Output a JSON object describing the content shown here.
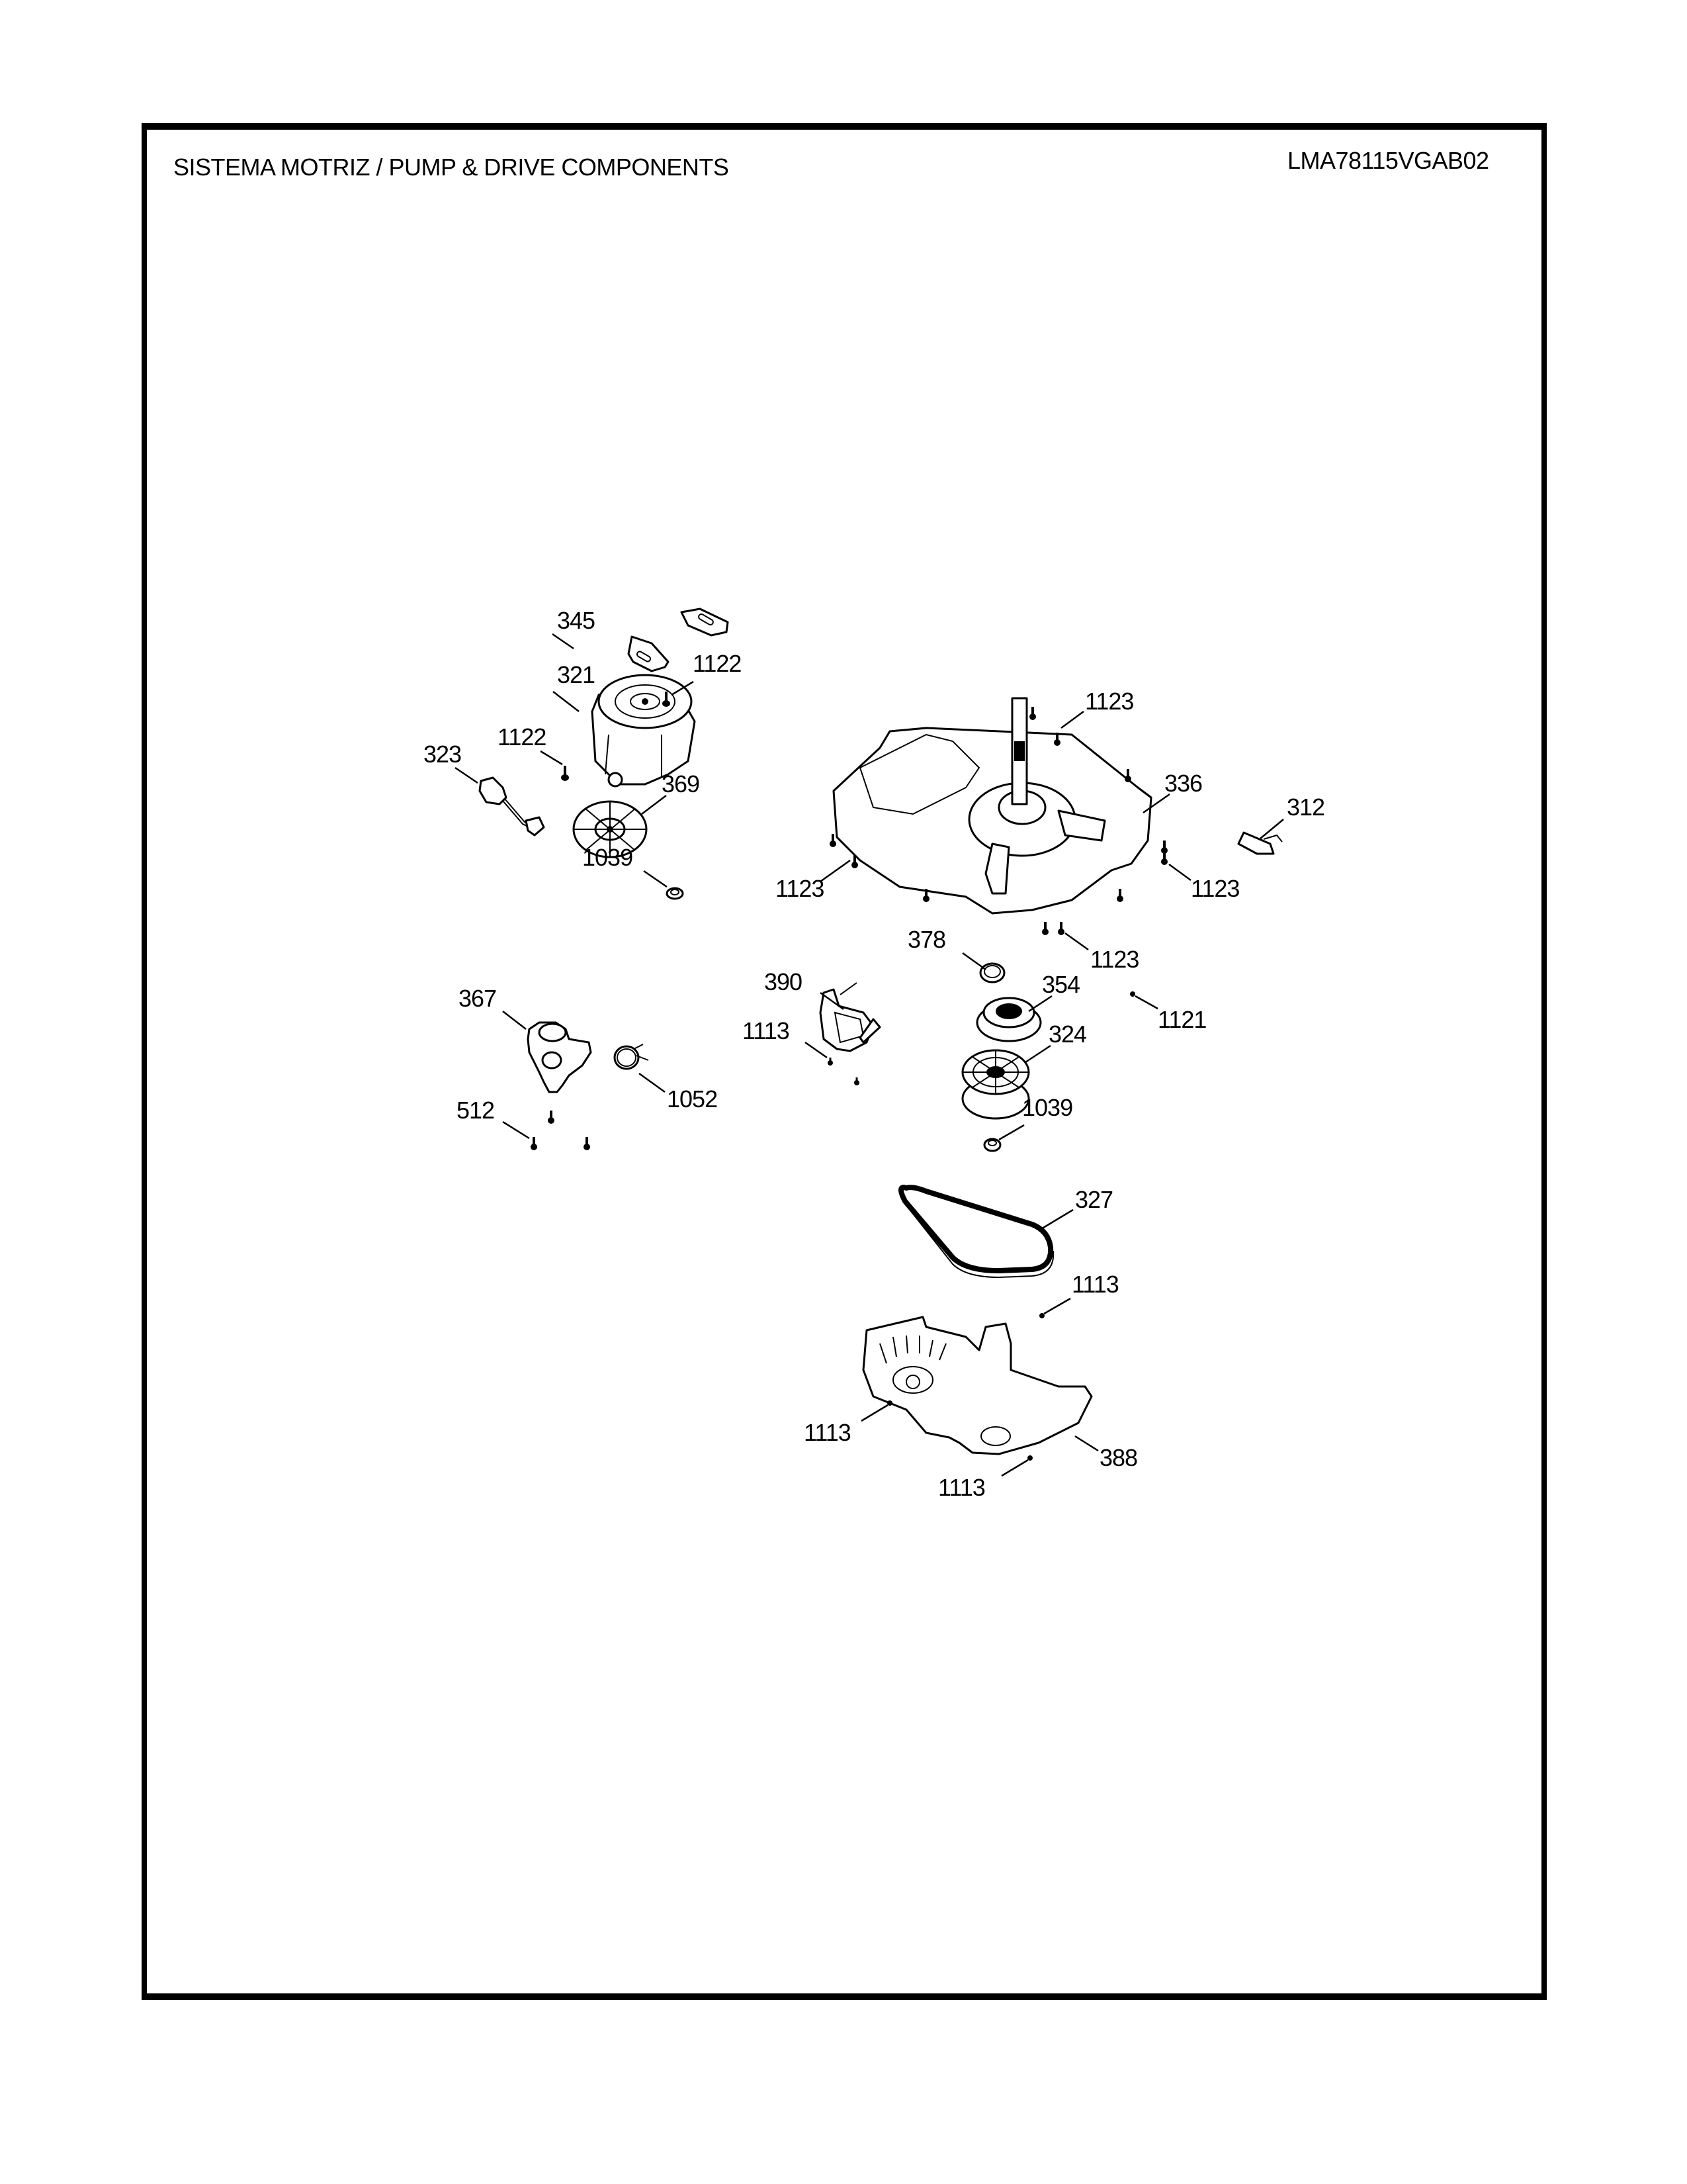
{
  "header": {
    "title": "SISTEMA MOTRIZ / PUMP  &  DRIVE COMPONENTS",
    "model_number": "LMA78115VGAB02"
  },
  "callouts": [
    {
      "id": "c345",
      "label": "345",
      "part": "motor-mount-pads"
    },
    {
      "id": "c321",
      "label": "321",
      "part": "drive-motor"
    },
    {
      "id": "c1122a",
      "label": "1122",
      "part": "screw"
    },
    {
      "id": "c1122b",
      "label": "1122",
      "part": "screw"
    },
    {
      "id": "c323",
      "label": "323",
      "part": "wire-harness-connector"
    },
    {
      "id": "c369",
      "label": "369",
      "part": "motor-pulley-fan"
    },
    {
      "id": "c1039a",
      "label": "1039",
      "part": "nut"
    },
    {
      "id": "c1123a",
      "label": "1123",
      "part": "screw"
    },
    {
      "id": "c336",
      "label": "336",
      "part": "transmission-base-plate"
    },
    {
      "id": "c312",
      "label": "312",
      "part": "clip"
    },
    {
      "id": "c1123b",
      "label": "1123",
      "part": "screw"
    },
    {
      "id": "c1123c",
      "label": "1123",
      "part": "screw"
    },
    {
      "id": "c1123d",
      "label": "1123",
      "part": "screw"
    },
    {
      "id": "c378",
      "label": "378",
      "part": "ring"
    },
    {
      "id": "c354",
      "label": "354",
      "part": "coupling-gear"
    },
    {
      "id": "c1121",
      "label": "1121",
      "part": "screw"
    },
    {
      "id": "c390",
      "label": "390",
      "part": "shift-actuator"
    },
    {
      "id": "c324",
      "label": "324",
      "part": "transmission-pulley"
    },
    {
      "id": "c1113a",
      "label": "1113",
      "part": "screw"
    },
    {
      "id": "c367",
      "label": "367",
      "part": "drain-pump"
    },
    {
      "id": "c1052",
      "label": "1052",
      "part": "hose-clamp"
    },
    {
      "id": "c512",
      "label": "512",
      "part": "screw"
    },
    {
      "id": "c1039b",
      "label": "1039",
      "part": "nut"
    },
    {
      "id": "c327",
      "label": "327",
      "part": "drive-belt"
    },
    {
      "id": "c1113b",
      "label": "1113",
      "part": "screw"
    },
    {
      "id": "c388",
      "label": "388",
      "part": "belt-cover"
    },
    {
      "id": "c1113c",
      "label": "1113",
      "part": "screw"
    },
    {
      "id": "c1113d",
      "label": "1113",
      "part": "screw"
    }
  ]
}
